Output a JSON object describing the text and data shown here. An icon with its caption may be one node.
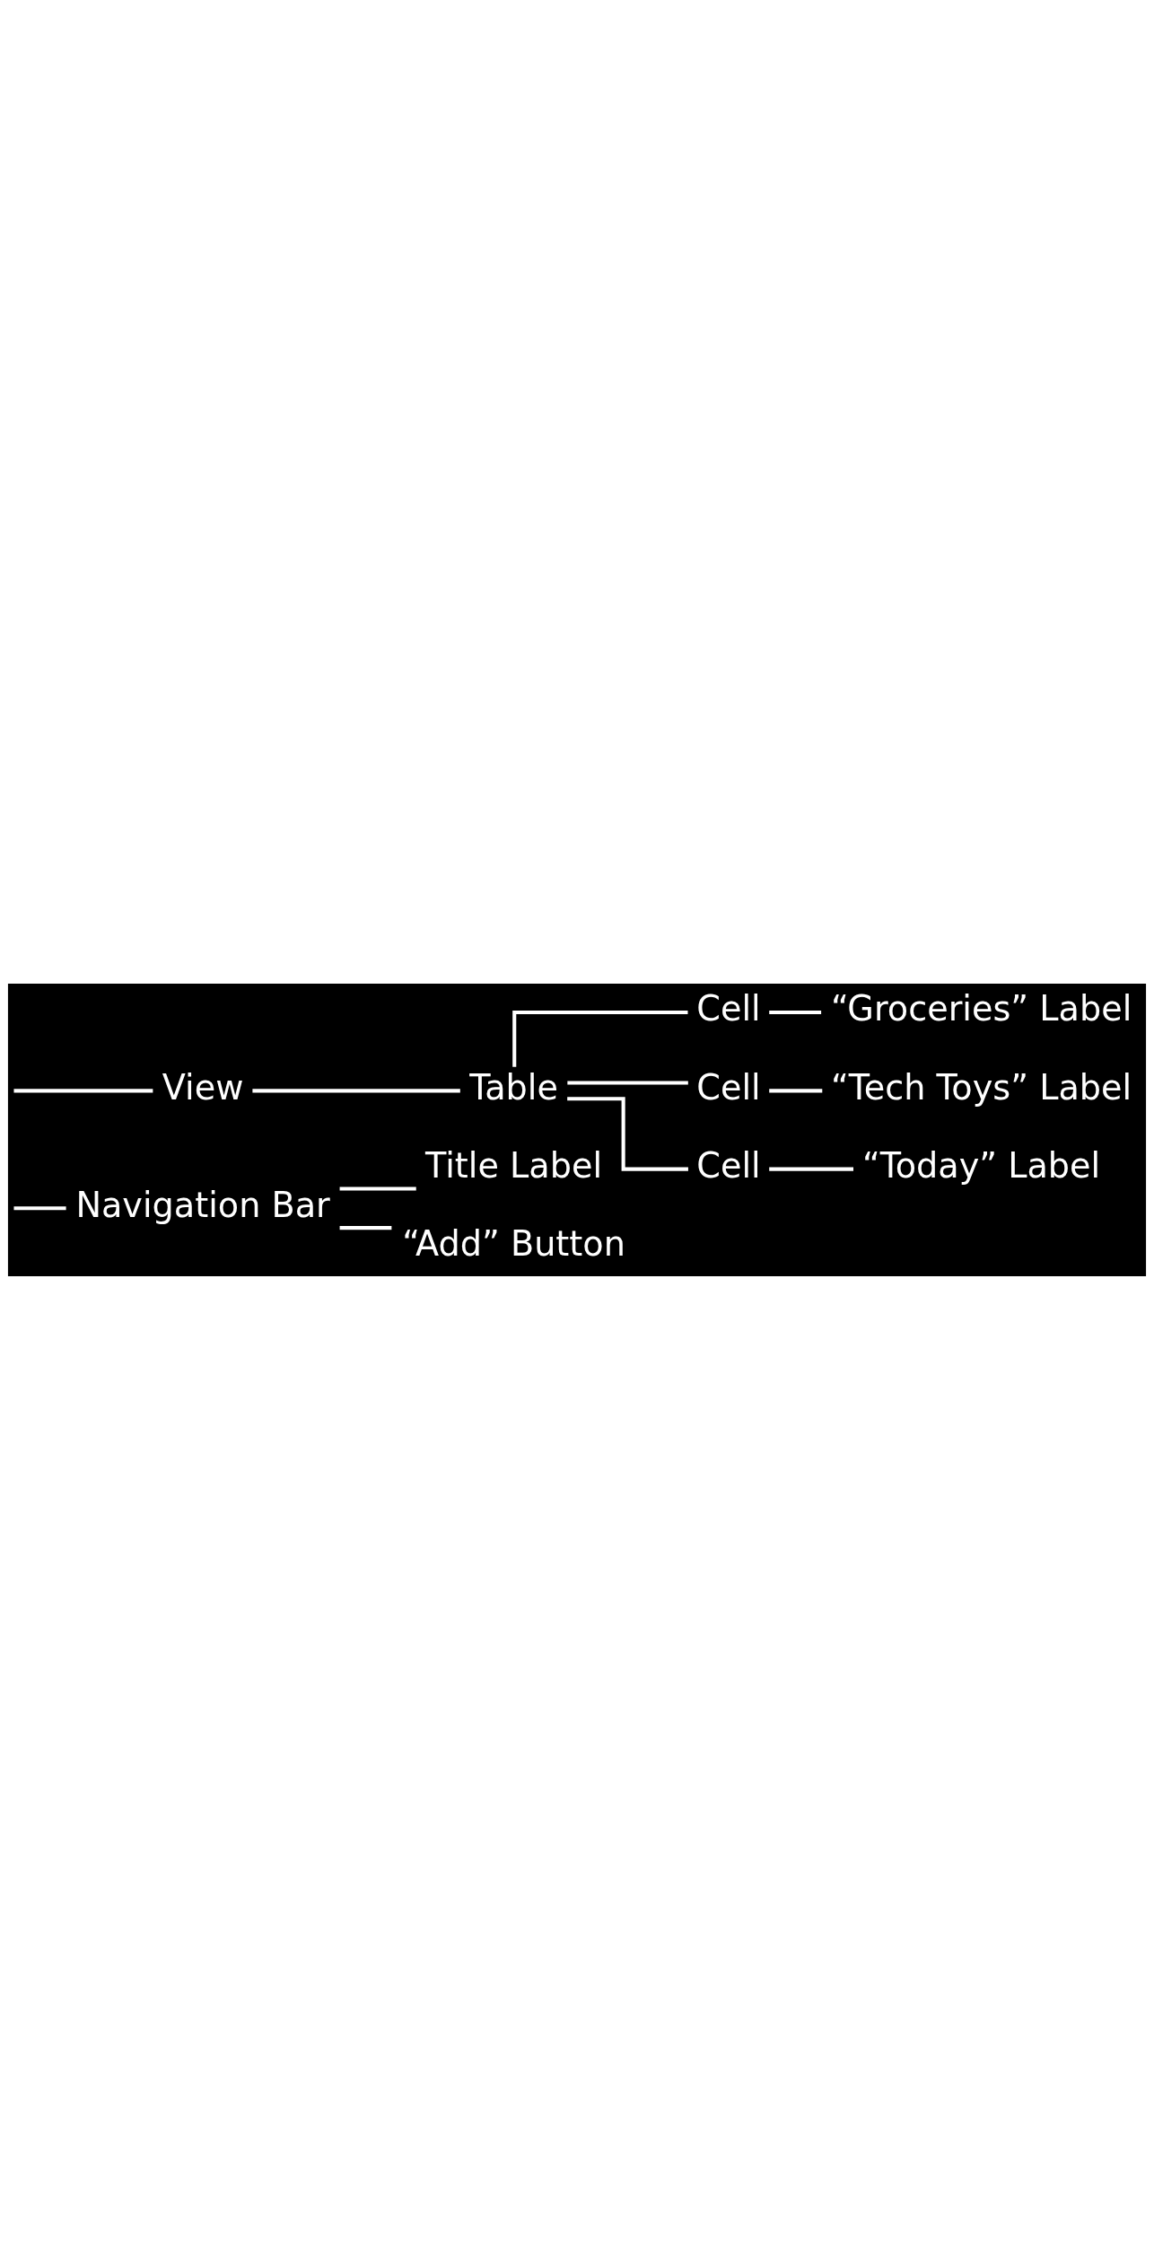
{
  "diagram": {
    "nodes": [
      {
        "text": [
          "Navigation Bar"
        ]
      },
      {
        "text": [
          "Title Label"
        ]
      },
      {
        "text": [
          "“Add” Button"
        ]
      },
      {
        "text": [
          "View"
        ]
      },
      {
        "text": [
          "Table"
        ]
      },
      {
        "text": [
          "Cell"
        ]
      },
      {
        "text": [
          "“Groceries” Label"
        ]
      },
      {
        "text": [
          "Cell"
        ]
      },
      {
        "text": [
          "“Tech Toys” Label"
        ]
      },
      {
        "text": [
          "Cell"
        ]
      },
      {
        "text": [
          "“Today” Label"
        ]
      }
    ],
    "edges": [
      {
        "from": null,
        "to": 0,
        "arrow": "none"
      },
      {
        "from": 0,
        "to": 1,
        "arrow": "none"
      },
      {
        "from": 0,
        "to": 2,
        "arrow": "none"
      },
      {
        "from": null,
        "to": 3,
        "arrow": "none"
      },
      {
        "from": 3,
        "to": 4,
        "arrow": "none"
      },
      {
        "from": 4,
        "to": 5,
        "arrow": "none"
      },
      {
        "from": 5,
        "to": 6,
        "arrow": "none"
      },
      {
        "from": 4,
        "to": 7,
        "arrow": "none"
      },
      {
        "from": 7,
        "to": 8,
        "arrow": "none"
      },
      {
        "from": 4,
        "to": 9,
        "arrow": "none"
      },
      {
        "from": 9,
        "to": 10,
        "arrow": "none"
      }
    ]
  }
}
